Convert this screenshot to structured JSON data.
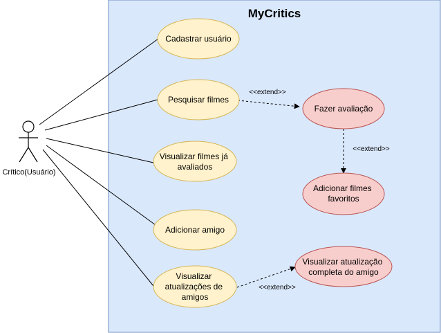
{
  "system": {
    "title": "MyCritics",
    "fill": "#dae8fc",
    "stroke": "#6c8ebf"
  },
  "actor": {
    "label": "Crítico(Usuário)"
  },
  "colors": {
    "yellow_fill": "#fff2cc",
    "yellow_stroke": "#d6b656",
    "red_fill": "#f8cecc",
    "red_stroke": "#b85450"
  },
  "use_cases": {
    "cadastrar": [
      "Cadastrar usuário"
    ],
    "pesquisar": [
      "Pesquisar filmes"
    ],
    "visualizar_filmes": [
      "Visualizar filmes já",
      "avaliados"
    ],
    "adicionar_amigo": [
      "Adicionar amigo"
    ],
    "visualizar_atualizacoes": [
      "Visualizar",
      "atualizações de",
      "amigos"
    ],
    "fazer_avaliacao": [
      "Fazer avaliação"
    ],
    "adicionar_favoritos": [
      "Adicionar filmes",
      "favoritos"
    ],
    "atualizacao_completa": [
      "Visualizar atualização",
      "completa do amigo"
    ]
  },
  "relations": {
    "extend_1": "<<extend>>",
    "extend_2": "<<extend>>",
    "extend_3": "<<extend>>"
  }
}
